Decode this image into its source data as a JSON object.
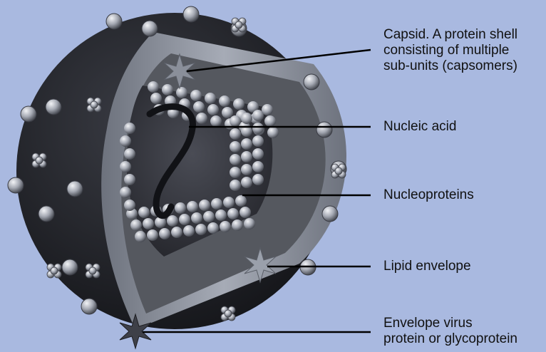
{
  "labels": {
    "capsid": [
      "Capsid. A protein shell",
      "consisting of multiple",
      "sub-units (capsomers)"
    ],
    "nucleic_acid": "Nucleic acid",
    "nucleoproteins": "Nucleoproteins",
    "lipid_envelope": "Lipid envelope",
    "envelope_protein": [
      "Envelope virus",
      "protein or glycoprotein"
    ]
  },
  "colors": {
    "background": "#a9b9e0",
    "envelope": "#2a2c33",
    "capsid_band": "#8f96a3",
    "interior": "#3b3d45",
    "leader": "#000000"
  }
}
